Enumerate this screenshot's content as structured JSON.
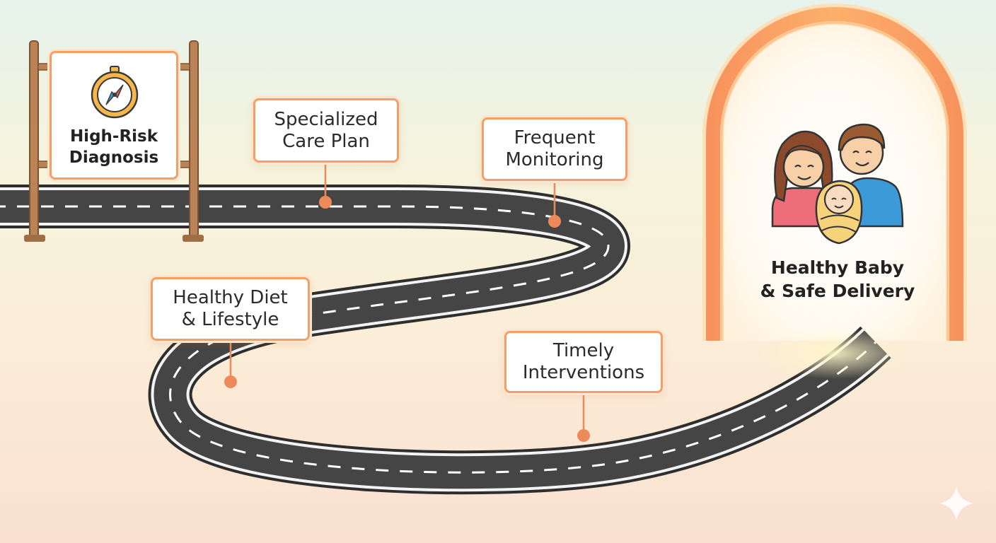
{
  "start": {
    "label": "High-Risk\nDiagnosis",
    "icon": "compass-icon"
  },
  "milestones": [
    {
      "id": "specialized-care-plan",
      "label": "Specialized\nCare Plan"
    },
    {
      "id": "frequent-monitoring",
      "label": "Frequent\nMonitoring"
    },
    {
      "id": "healthy-diet-lifestyle",
      "label": "Healthy Diet\n& Lifestyle"
    },
    {
      "id": "timely-interventions",
      "label": "Timely\nInterventions"
    }
  ],
  "destination": {
    "label": "Healthy Baby\n& Safe Delivery",
    "icon": "family-icon"
  },
  "colors": {
    "accent": "#f2a068",
    "marker": "#ee8a5a",
    "road": "#444444",
    "arch_outer": "#f7b56a",
    "arch_inner": "#f8845a"
  }
}
